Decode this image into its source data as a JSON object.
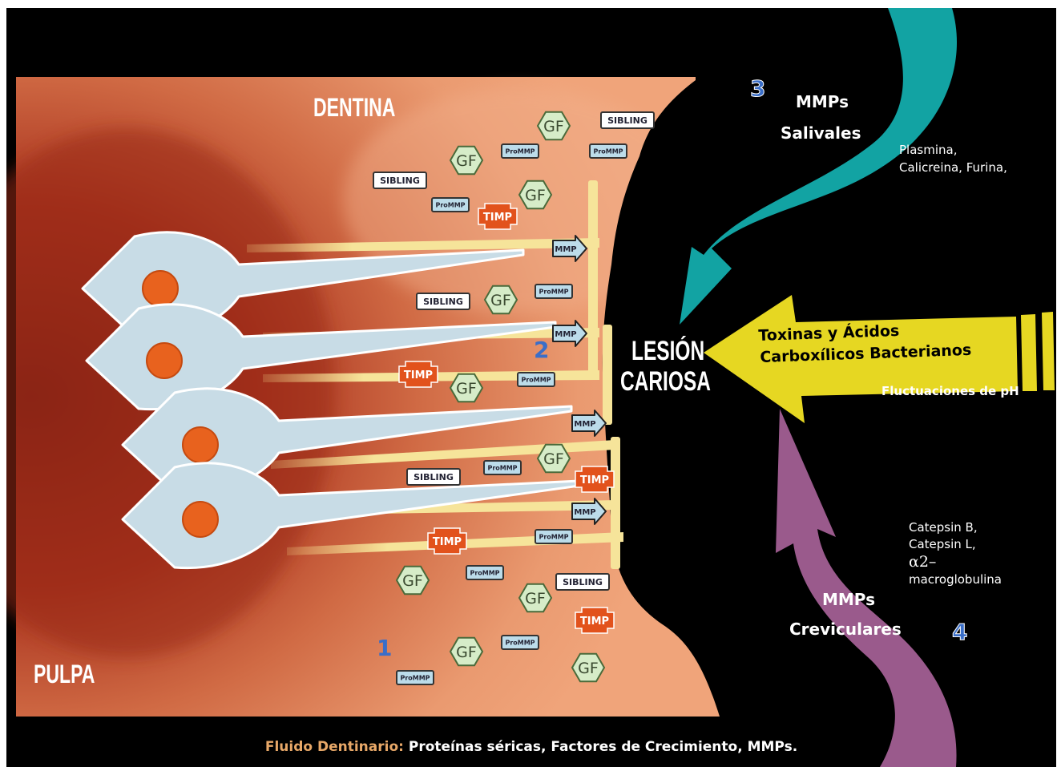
{
  "labels": {
    "dentina": "DENTINA",
    "pulpa": "PULPA",
    "lesion_line1": "LESIÓN",
    "lesion_line2": "CARIOSA",
    "num1": "1",
    "num2": "2",
    "num3": "3",
    "num4": "4",
    "mmps_salivales_1": "MMPs",
    "mmps_salivales_2": "Salivales",
    "plasmina_1": "Plasmina,",
    "plasmina_2": "Calicreina, Furina,",
    "toxinas_1": "Toxinas y Ácidos",
    "toxinas_2": "Carboxílicos Bacterianos",
    "fluctuaciones": "Fluctuaciones de pH",
    "catepsin_1": "Catepsin B,",
    "catepsin_2": "Catepsin L,",
    "alpha": "α2–",
    "macro": "macroglobulina",
    "mmps_crev_1": "MMPs",
    "mmps_crev_2": "Creviculares"
  },
  "caption": {
    "highlight": "Fluido Dentinario:",
    "rest": " Proteínas séricas, Factores de Crecimiento, MMPs."
  },
  "chips": {
    "gf": "GF",
    "sibling": "SIBLING",
    "prommp": "ProMMP",
    "timp": "TIMP",
    "mmp": "MMP"
  },
  "colors": {
    "background": "#000000",
    "dentin": "#e8946a",
    "pulp": "#a8321e",
    "tubule": "#f5e28a",
    "cell": "#c8dce6",
    "nucleus": "#e8621e",
    "timp": "#e2521c",
    "gf": "#d6ecc8",
    "prommp": "#bcdcea",
    "saliva_arrow": "#12a3a3",
    "crevicular_arrow": "#9a5a8c",
    "toxin_arrow": "#e6d722",
    "number_blue": "#3a6ec8",
    "caption_highlight": "#e8a868"
  }
}
